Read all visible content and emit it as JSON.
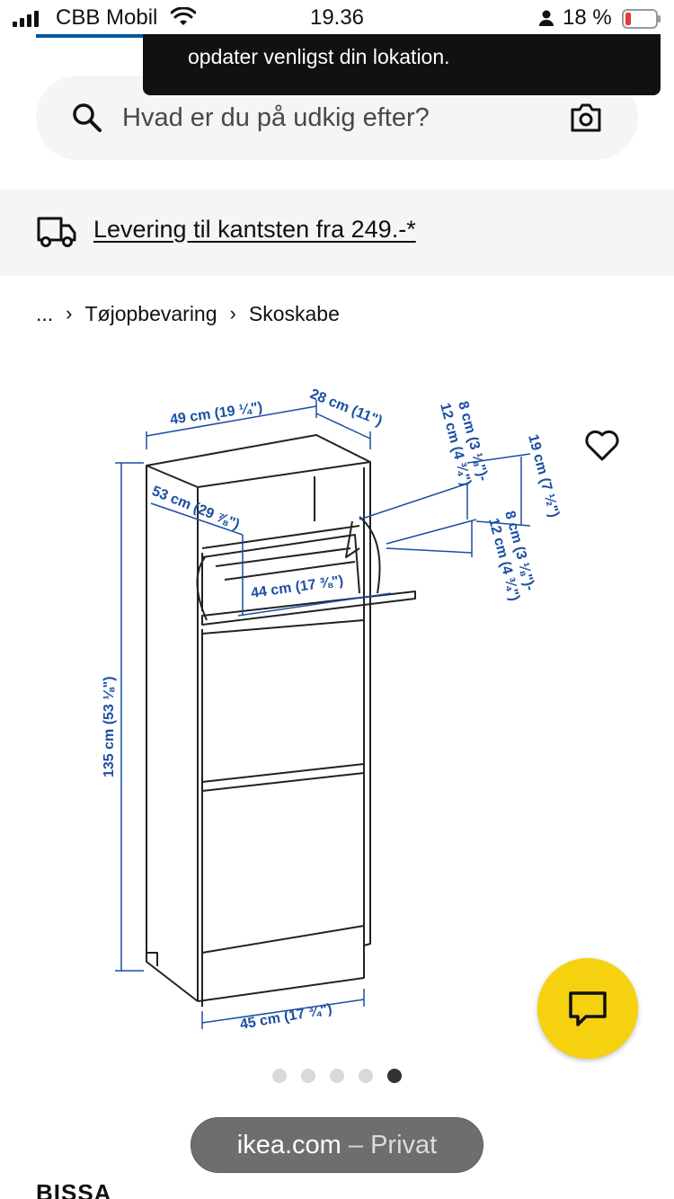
{
  "status_bar": {
    "carrier": "CBB Mobil",
    "time": "19.36",
    "battery_percent": "18 %",
    "battery_color": "#e23b3b",
    "icons": [
      "signal-icon",
      "wifi-icon",
      "person-icon",
      "battery-icon"
    ]
  },
  "toast": {
    "text": "opdater venligst din lokation."
  },
  "search": {
    "placeholder": "Hvad er du på udkig efter?",
    "icons": [
      "search-icon",
      "camera-icon"
    ]
  },
  "delivery": {
    "text": "Levering til kantsten fra 249.-*",
    "icon": "truck-icon"
  },
  "breadcrumb": {
    "ellipsis": "...",
    "items": [
      "Tøjopbevaring",
      "Skoskabe"
    ]
  },
  "product_image": {
    "dimensions": {
      "width": "49 cm (19 ¼\")",
      "depth": "28 cm (11\")",
      "height": "135 cm (53 ⅛\")",
      "bottom_width": "45 cm (17 ¾\")",
      "door_open_depth": "53 cm (29 ⅞\")",
      "inner_width": "44 cm (17 ⅜\")",
      "shoe_height_1a": "8 cm (3 ⅛\")-",
      "shoe_height_1b": "12 cm (4 ¾\")",
      "shoe_height_2a": "8 cm (3 ⅛\")-",
      "shoe_height_2b": "12 cm (4 ¾\")",
      "compartment_height": "19 cm (7 ½\")"
    },
    "dimension_color": "#1a4fa3"
  },
  "carousel": {
    "count": 5,
    "active_index": 4
  },
  "browser": {
    "domain": "ikea.com",
    "mode": "– Privat"
  },
  "product": {
    "name": "BISSA"
  },
  "colors": {
    "accent_yellow": "#f5d10f",
    "link_blue": "#0058a3"
  }
}
